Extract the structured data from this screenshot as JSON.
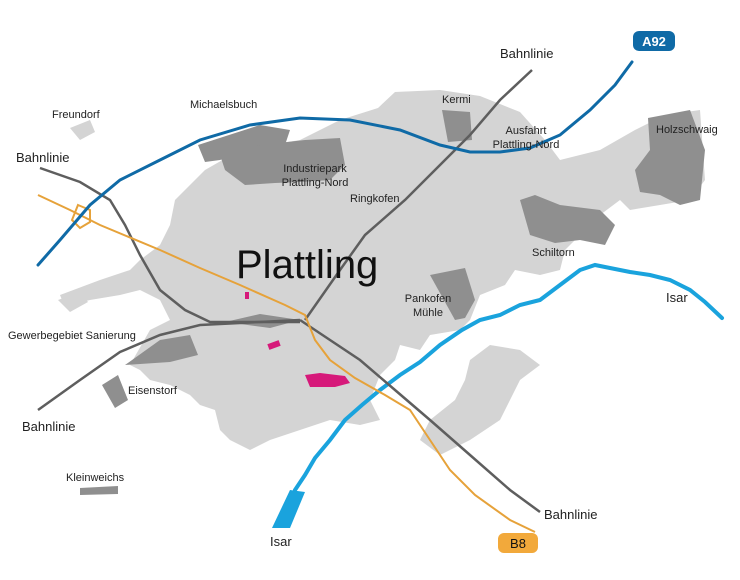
{
  "city": "Plattling",
  "labels": {
    "freundorf": "Freundorf",
    "michaelsbuch": "Michaelsbuch",
    "kermi": "Kermi",
    "ausfahrt": [
      "Ausfahrt",
      "Plattling-Nord"
    ],
    "holzschwaig": "Holzschwaig",
    "industriepark": [
      "Industriepark",
      "Plattling-Nord"
    ],
    "ringkofen": "Ringkofen",
    "schiltorn": "Schiltorn",
    "pankofen": [
      "Pankofen",
      "Mühle"
    ],
    "gewerbegebiet": "Gewerbegebiet Sanierung",
    "eisenstorf": "Eisenstorf",
    "kleinweichs": "Kleinweichs",
    "bahnlinie_top": "Bahnlinie",
    "bahnlinie_left_top": "Bahnlinie",
    "bahnlinie_left_bottom": "Bahnlinie",
    "bahnlinie_bottom_right": "Bahnlinie",
    "isar_right": "Isar",
    "isar_bottom": "Isar"
  },
  "roads": {
    "a92": "A92",
    "b8": "B8"
  },
  "colors": {
    "urban_area": "#d3d3d3",
    "industrial": "#8f8f8f",
    "railway": "#5e5e5e",
    "highway": "#0f6aa6",
    "b_road": "#e6a23a",
    "river": "#1aa3dd",
    "highlight": "#d6197a",
    "a92_badge": "#0f6aa6",
    "b8_badge": "#f2a93b"
  }
}
